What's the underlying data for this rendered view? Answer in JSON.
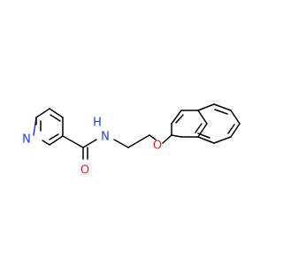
{
  "molecule": {
    "atom_labels": {
      "pyridine_n": "N",
      "amide_nh": "N",
      "amide_h": "H",
      "carbonyl_o": "O",
      "ether_o": "O"
    },
    "colors": {
      "nitrogen": "#1f3fe0",
      "oxygen": "#e01f1f",
      "carbon_bond": "#000000",
      "background": "#ffffff"
    }
  }
}
